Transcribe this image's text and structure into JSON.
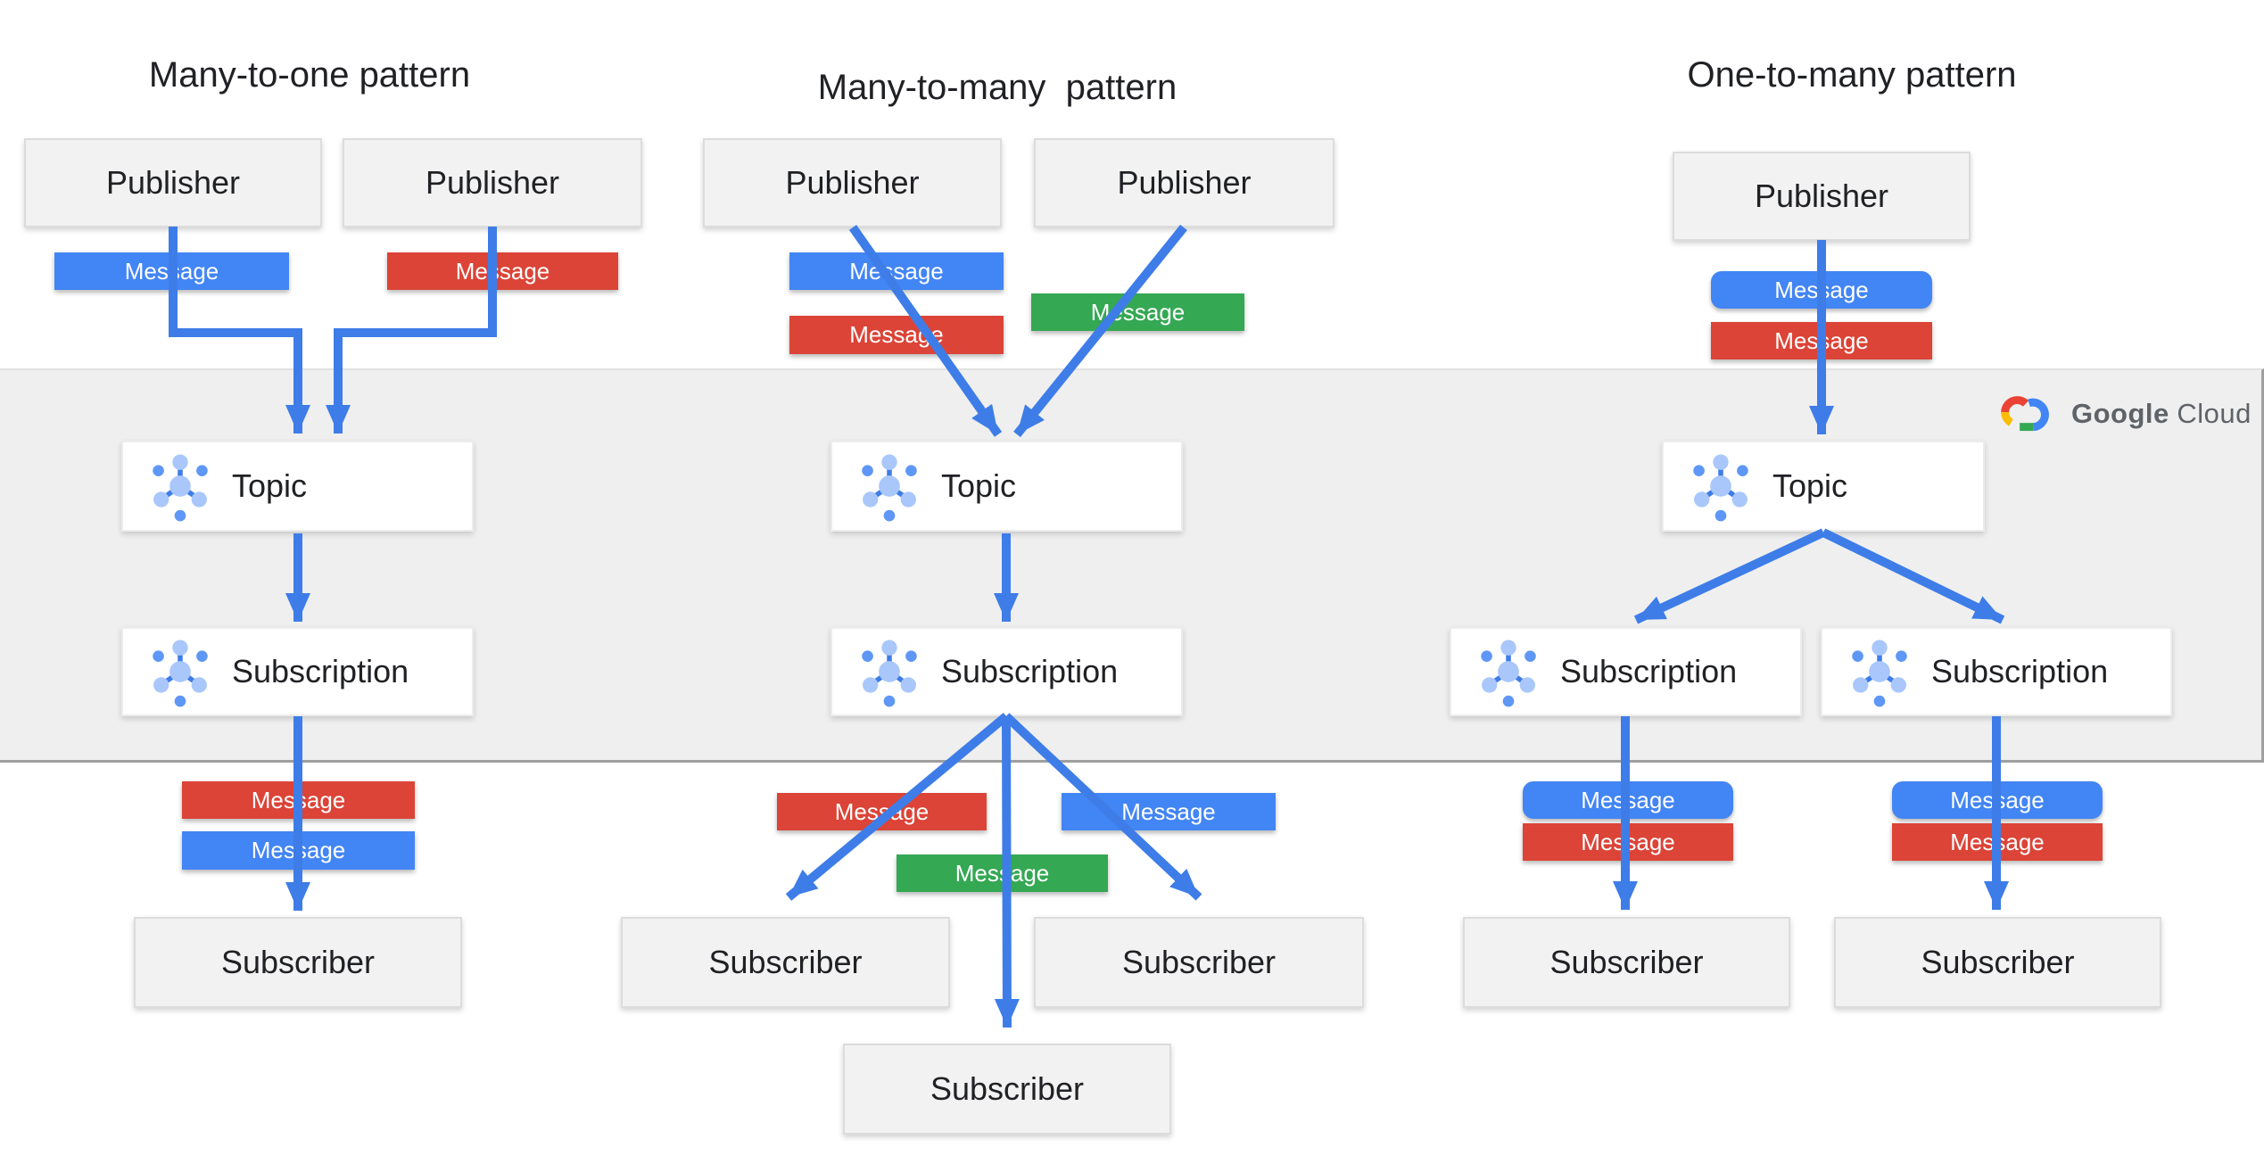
{
  "colors": {
    "message-blue": "#4285F4",
    "message-red": "#DB4437",
    "message-green": "#34A853",
    "arrow-blue": "#3E7DE8",
    "band-bg": "#EFEFEF",
    "band-edge": "#9F9F9F",
    "band-edge-light": "#E2E2E2",
    "node-bg": "#F2F2F2",
    "node-border": "#DCDCDC",
    "card-bg": "#FFFFFF",
    "card-border": "#ECECEC",
    "icon-light": "#A9C7FA",
    "icon-dot": "#5E97F6",
    "icon-stub": "#3E7DE8",
    "text-dark": "#202124",
    "logo-gray": "#5F6368",
    "logo-red": "#EA4335",
    "logo-yellow": "#FBBC04",
    "logo-green": "#34A853",
    "logo-blue": "#4285F4"
  },
  "logo": {
    "google": "Google",
    "cloud": "Cloud"
  },
  "patterns": [
    {
      "title": "Many-to-one pattern",
      "publishers": [
        {
          "label": "Publisher"
        },
        {
          "label": "Publisher"
        }
      ],
      "topic": {
        "label": "Topic"
      },
      "subscriptions": [
        {
          "label": "Subscription"
        }
      ],
      "subscribers": [
        {
          "label": "Subscriber"
        }
      ],
      "messages": [
        {
          "label": "Message",
          "color": "blue"
        },
        {
          "label": "Message",
          "color": "red"
        },
        {
          "label": "Message",
          "color": "red"
        },
        {
          "label": "Message",
          "color": "blue"
        }
      ]
    },
    {
      "title": "Many-to-many  pattern",
      "publishers": [
        {
          "label": "Publisher"
        },
        {
          "label": "Publisher"
        }
      ],
      "topic": {
        "label": "Topic"
      },
      "subscriptions": [
        {
          "label": "Subscription"
        }
      ],
      "subscribers": [
        {
          "label": "Subscriber"
        },
        {
          "label": "Subscriber"
        },
        {
          "label": "Subscriber"
        }
      ],
      "messages": [
        {
          "label": "Message",
          "color": "blue"
        },
        {
          "label": "Message",
          "color": "red"
        },
        {
          "label": "Message",
          "color": "green"
        },
        {
          "label": "Message",
          "color": "red"
        },
        {
          "label": "Message",
          "color": "blue"
        },
        {
          "label": "Message",
          "color": "green"
        }
      ]
    },
    {
      "title": "One-to-many pattern",
      "publishers": [
        {
          "label": "Publisher"
        }
      ],
      "topic": {
        "label": "Topic"
      },
      "subscriptions": [
        {
          "label": "Subscription"
        },
        {
          "label": "Subscription"
        }
      ],
      "subscribers": [
        {
          "label": "Subscriber"
        },
        {
          "label": "Subscriber"
        }
      ],
      "messages": [
        {
          "label": "Message",
          "color": "blue"
        },
        {
          "label": "Message",
          "color": "red"
        },
        {
          "label": "Message",
          "color": "blue"
        },
        {
          "label": "Message",
          "color": "red"
        },
        {
          "label": "Message",
          "color": "blue"
        },
        {
          "label": "Message",
          "color": "red"
        }
      ]
    }
  ]
}
